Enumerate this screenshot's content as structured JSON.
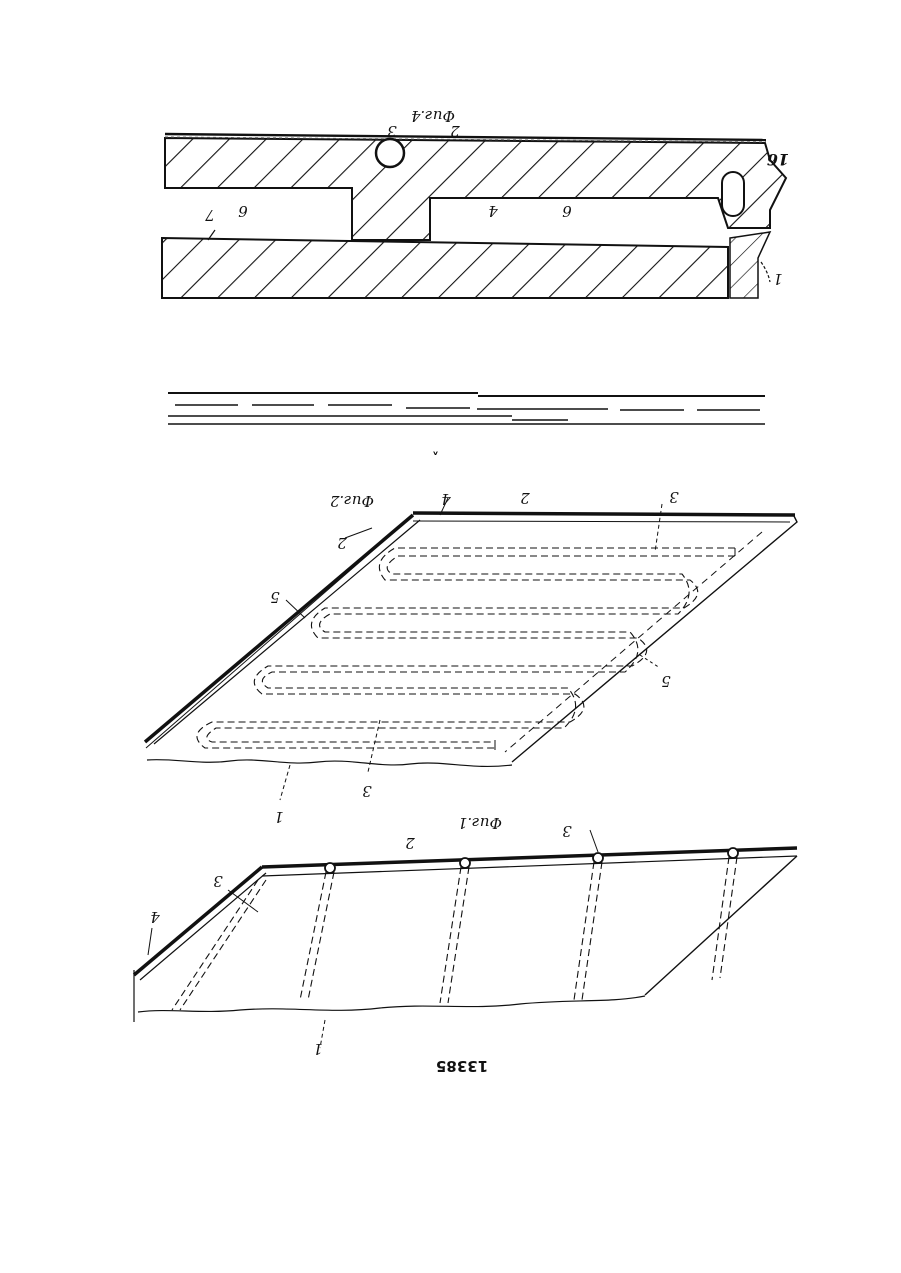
{
  "figure4": {
    "caption": "Фиг.4",
    "labels": {
      "n1": "1",
      "n2": "2",
      "n3": "3",
      "n4": "4",
      "n6a": "6",
      "n6b": "6",
      "n7": "7",
      "n16": "16"
    }
  },
  "figure2": {
    "caption": "Фиг.2",
    "labels": {
      "n1": "1",
      "n2a": "2",
      "n2b": "2",
      "n3a": "3",
      "n3b": "3",
      "n4": "4",
      "n5a": "5",
      "n5b": "5"
    }
  },
  "figure1": {
    "caption": "Фиг.1",
    "labels": {
      "n1": "1",
      "n2": "2",
      "n3a": "3",
      "n3b": "3",
      "n4": "4"
    }
  },
  "document_number": "13385"
}
